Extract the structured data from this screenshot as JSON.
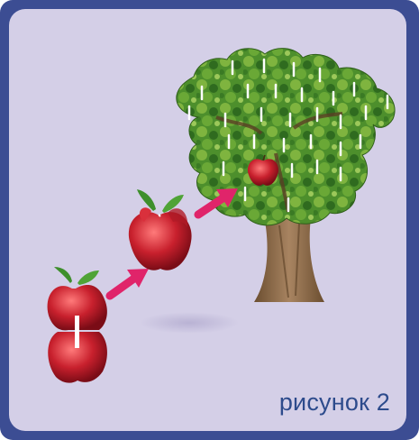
{
  "caption": "рисунок 2",
  "colors": {
    "frame": "#3c4d93",
    "background": "#d4cfe7",
    "apple": "#c8202d",
    "leaf": "#3e8f2c",
    "arrow": "#e0246a",
    "trunk": "#8b6a45",
    "caption": "#2d4b8c"
  },
  "icons": [
    "apple-pieces",
    "apple-assembled",
    "arrow",
    "apple-tree",
    "apple-on-tree"
  ]
}
